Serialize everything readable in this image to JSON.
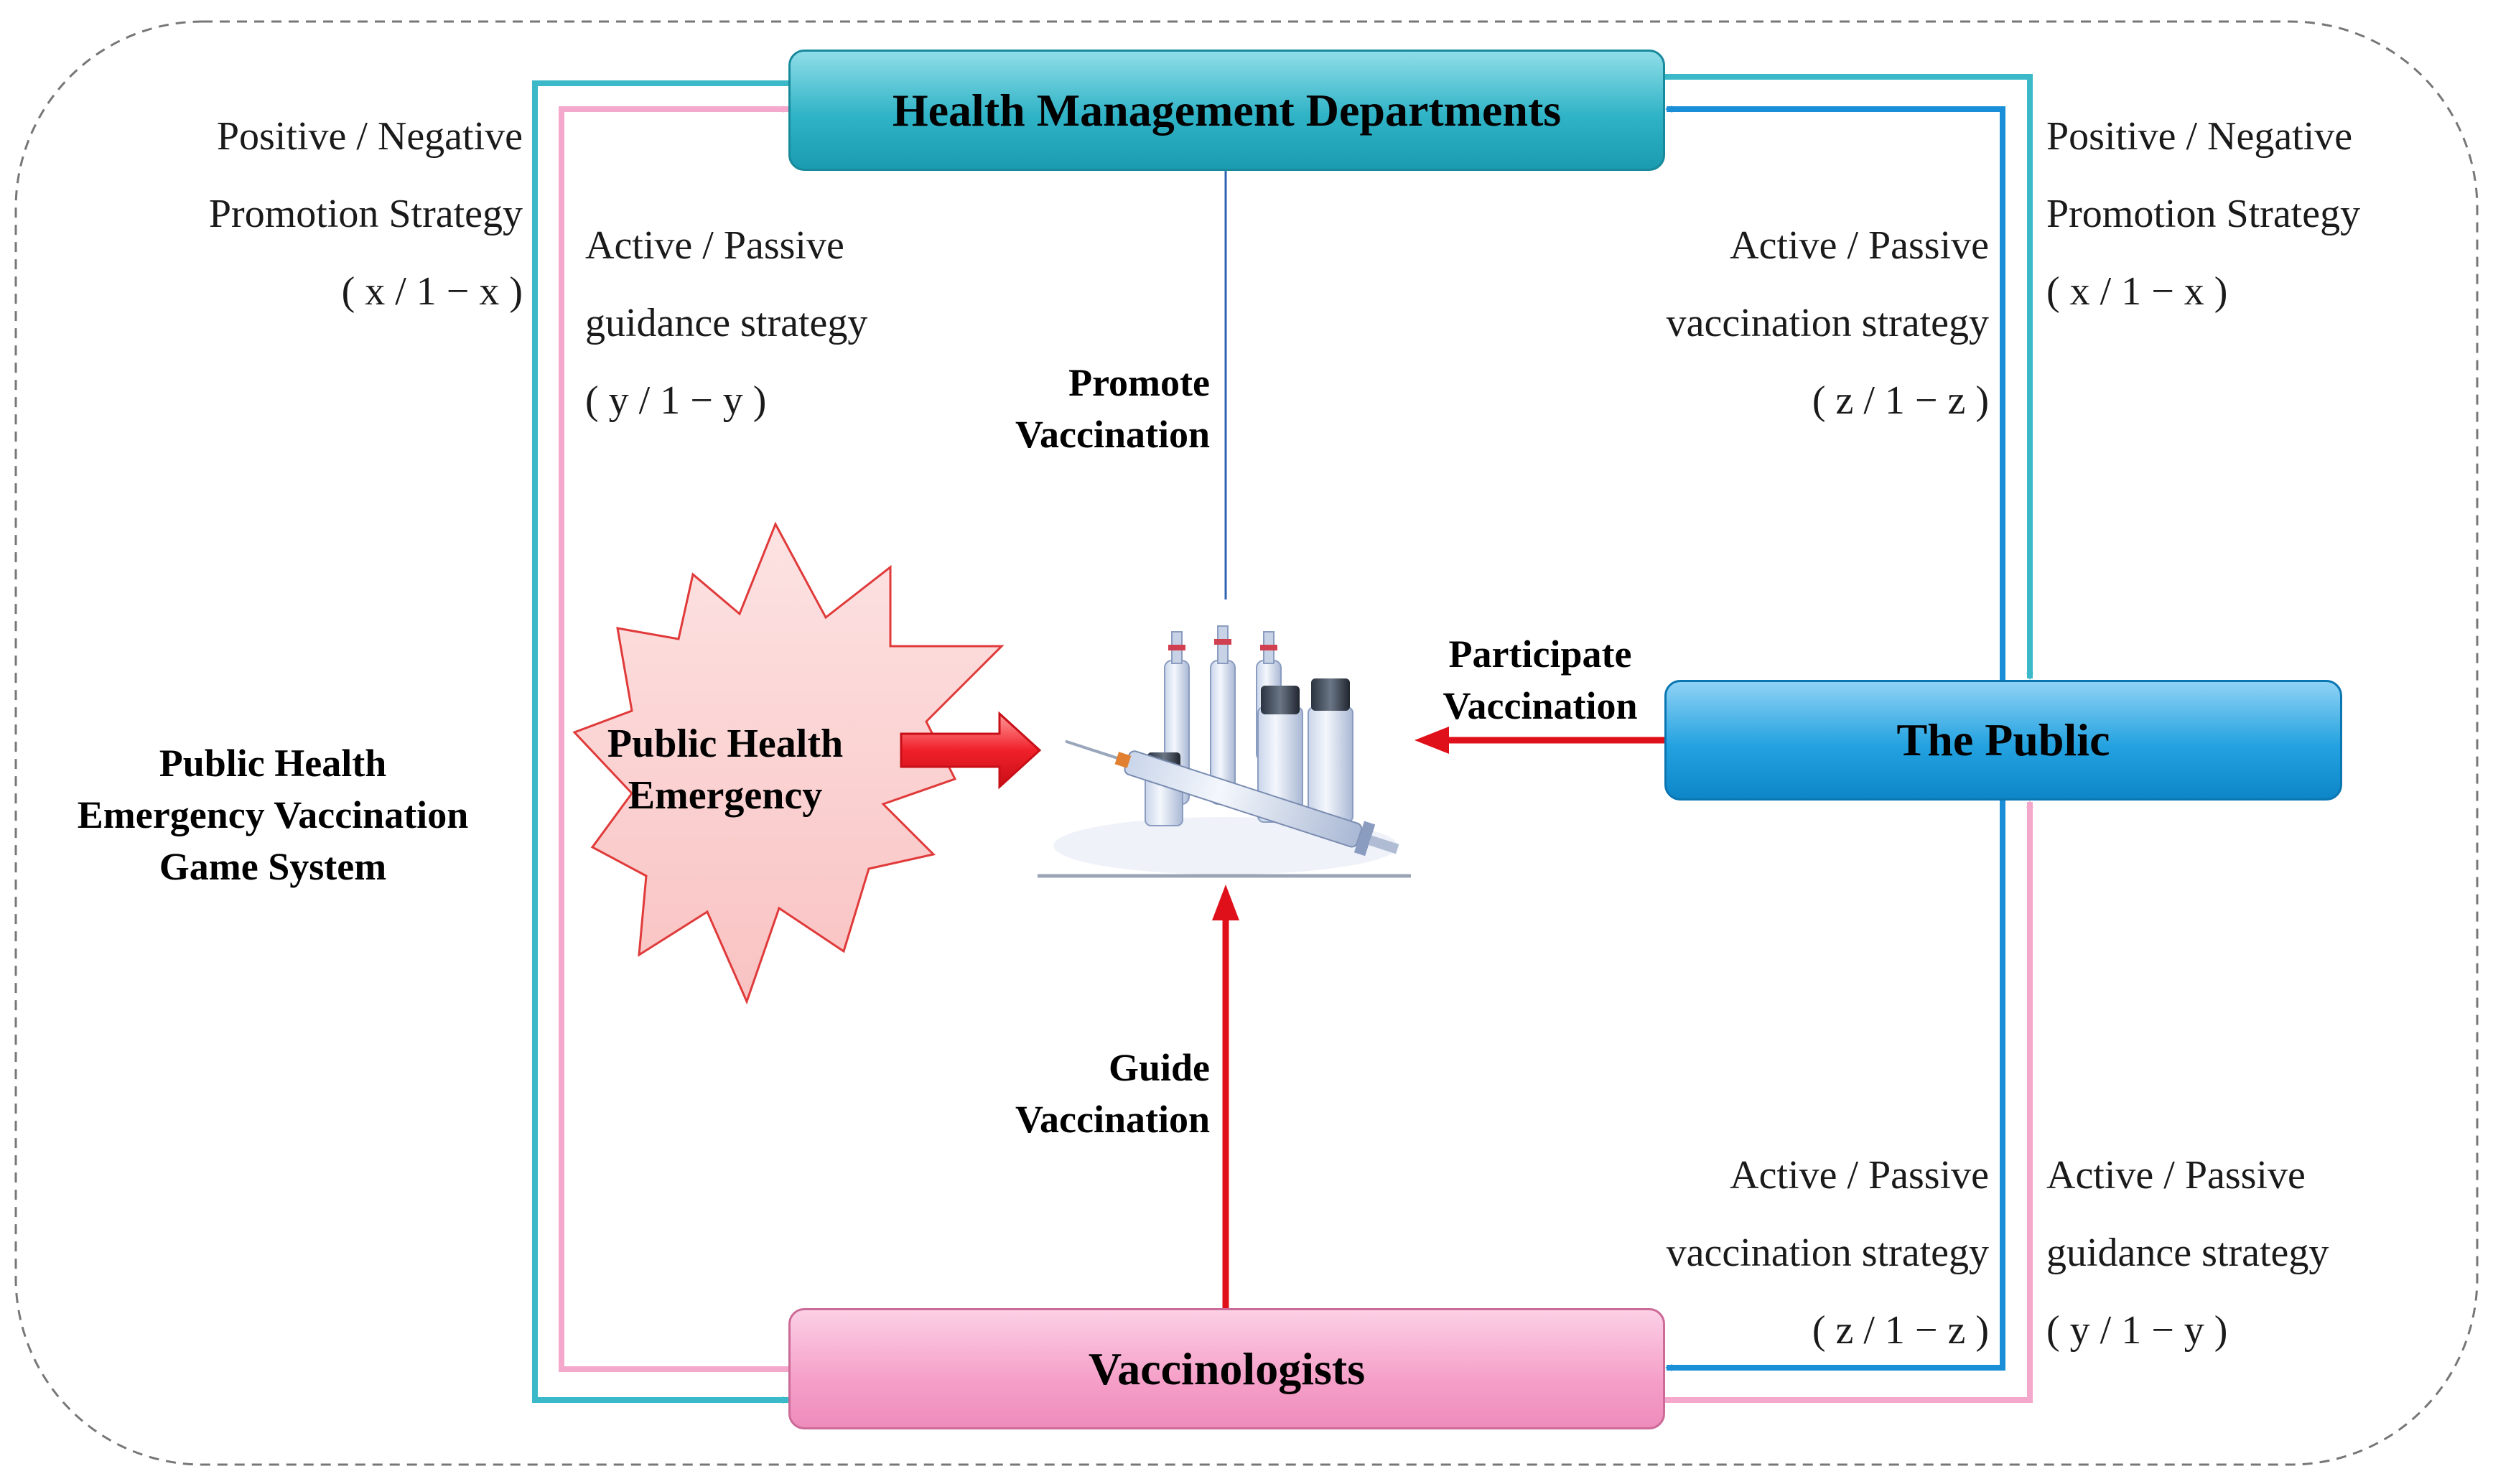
{
  "system_label": [
    "Public Health",
    "Emergency Vaccination",
    "Game System"
  ],
  "nodes": {
    "health_departments": "Health Management Departments",
    "public": "The Public",
    "vaccinologists": "Vaccinologists",
    "emergency": [
      "Public Health",
      "Emergency"
    ]
  },
  "flows": {
    "promote": [
      "Promote",
      "Vaccination"
    ],
    "participate": [
      "Participate",
      "Vaccination"
    ],
    "guide": [
      "Guide",
      "Vaccination"
    ]
  },
  "strategies": {
    "promotion_left": [
      "Positive / Negative",
      "Promotion Strategy",
      "( x / 1 − x )"
    ],
    "guidance_left": [
      "Active / Passive",
      "guidance strategy",
      "( y / 1 − y )"
    ],
    "vaccination_top_right": [
      "Active / Passive",
      "vaccination strategy",
      "( z / 1 − z )"
    ],
    "promotion_right": [
      "Positive / Negative",
      "Promotion Strategy",
      "( x / 1 − x )"
    ],
    "vaccination_bottom_right": [
      "Active / Passive",
      "vaccination strategy",
      "( z / 1 − z )"
    ],
    "guidance_bottom_right": [
      "Active / Passive",
      "guidance strategy",
      "( y / 1 − y )"
    ]
  },
  "colors": {
    "teal_line": "#3bb9c9",
    "pink_line": "#f4a9cc",
    "blue_line": "#1a8fd8",
    "red_arrow": "#e0101a"
  }
}
